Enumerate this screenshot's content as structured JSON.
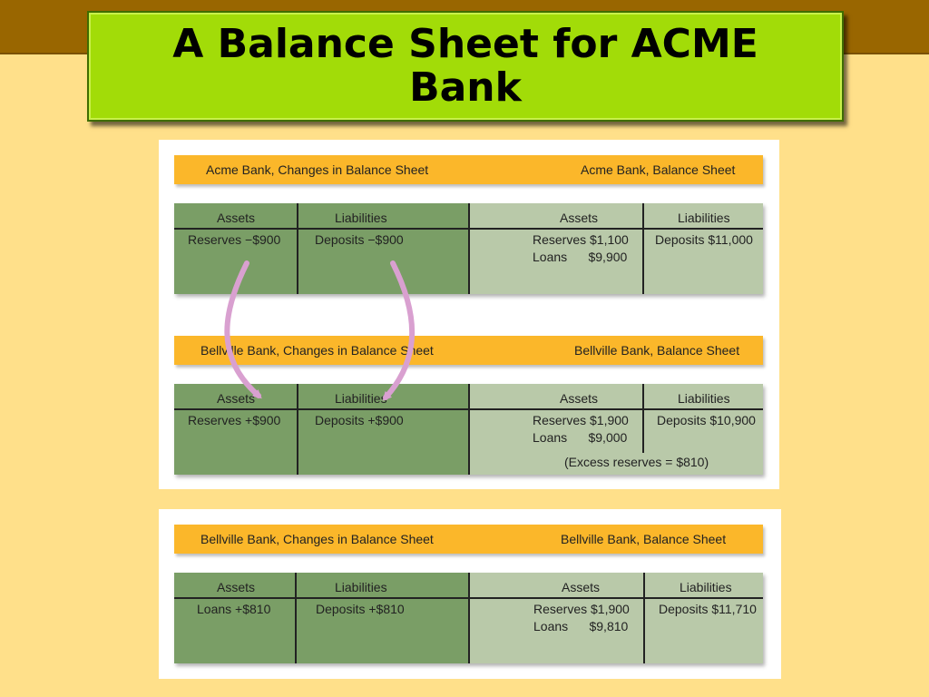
{
  "slide": {
    "title": "A Balance Sheet for ACME Bank"
  },
  "sheets": [
    {
      "banner_left": "Acme Bank, Changes in Balance Sheet",
      "banner_right": "Acme Bank, Balance Sheet",
      "headers": [
        "Assets",
        "Liabilities",
        "Assets",
        "Liabilities"
      ],
      "change_assets": "Reserves −$900",
      "change_liabilities": "Deposits −$900",
      "balance_assets": [
        "Reserves $1,100",
        "Loans      $9,900"
      ],
      "balance_liabilities": "Deposits $11,000",
      "note": ""
    },
    {
      "banner_left": "Bellville Bank, Changes in Balance Sheet",
      "banner_right": "Bellville Bank, Balance Sheet",
      "headers": [
        "Assets",
        "Liabilities",
        "Assets",
        "Liabilities"
      ],
      "change_assets": "Reserves +$900",
      "change_liabilities": "Deposits +$900",
      "balance_assets": [
        "Reserves $1,900",
        "Loans      $9,000"
      ],
      "balance_liabilities": "Deposits $10,900",
      "note": "(Excess reserves = $810)"
    },
    {
      "banner_left": "Bellville Bank, Changes in Balance Sheet",
      "banner_right": "Bellville Bank, Balance Sheet",
      "headers": [
        "Assets",
        "Liabilities",
        "Assets",
        "Liabilities"
      ],
      "change_assets": "Loans +$810",
      "change_liabilities": "Deposits +$810",
      "balance_assets": [
        "Reserves $1,900",
        "Loans      $9,810"
      ],
      "balance_liabilities": "Deposits $11,710",
      "note": ""
    }
  ],
  "colors": {
    "background": "#ffe08a",
    "top_bar": "#996600",
    "title_box": "#a2dc08",
    "banner": "#fbb72a",
    "changes_columns": "#7a9e66",
    "balance_columns": "#b9c9a9",
    "arrow": "#d9a0d0"
  }
}
